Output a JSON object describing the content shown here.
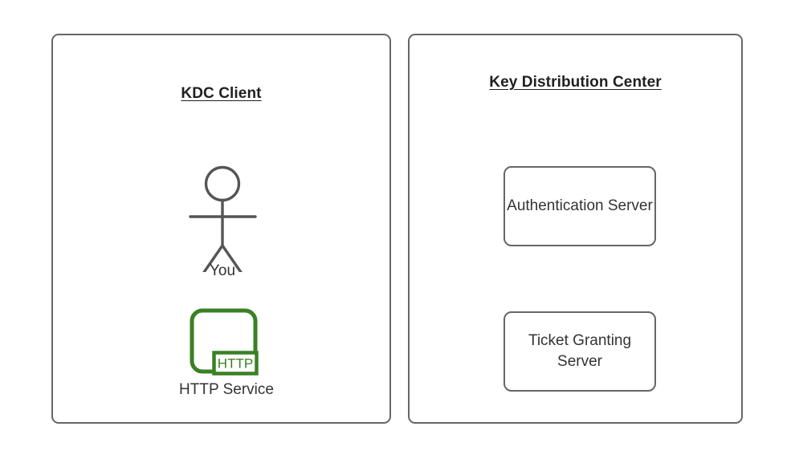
{
  "diagram": {
    "background_color": "#ffffff",
    "stroke_color": "#666666",
    "text_color": "#333333",
    "title_color": "#1f1f1f",
    "accent_green": "#3a8024"
  },
  "panels": [
    {
      "id": "kdc-client",
      "title": "KDC Client",
      "actor": {
        "icon": "stick-figure-icon",
        "label": "You"
      },
      "service": {
        "icon": "http-service-icon",
        "badge_text": "HTTP",
        "label": "HTTP Service"
      }
    },
    {
      "id": "key-distribution-center",
      "title": "Key Distribution Center",
      "boxes": [
        {
          "id": "authentication-server",
          "label": "Authentication Server"
        },
        {
          "id": "ticket-granting-server",
          "label": "Ticket Granting Server"
        }
      ]
    }
  ]
}
